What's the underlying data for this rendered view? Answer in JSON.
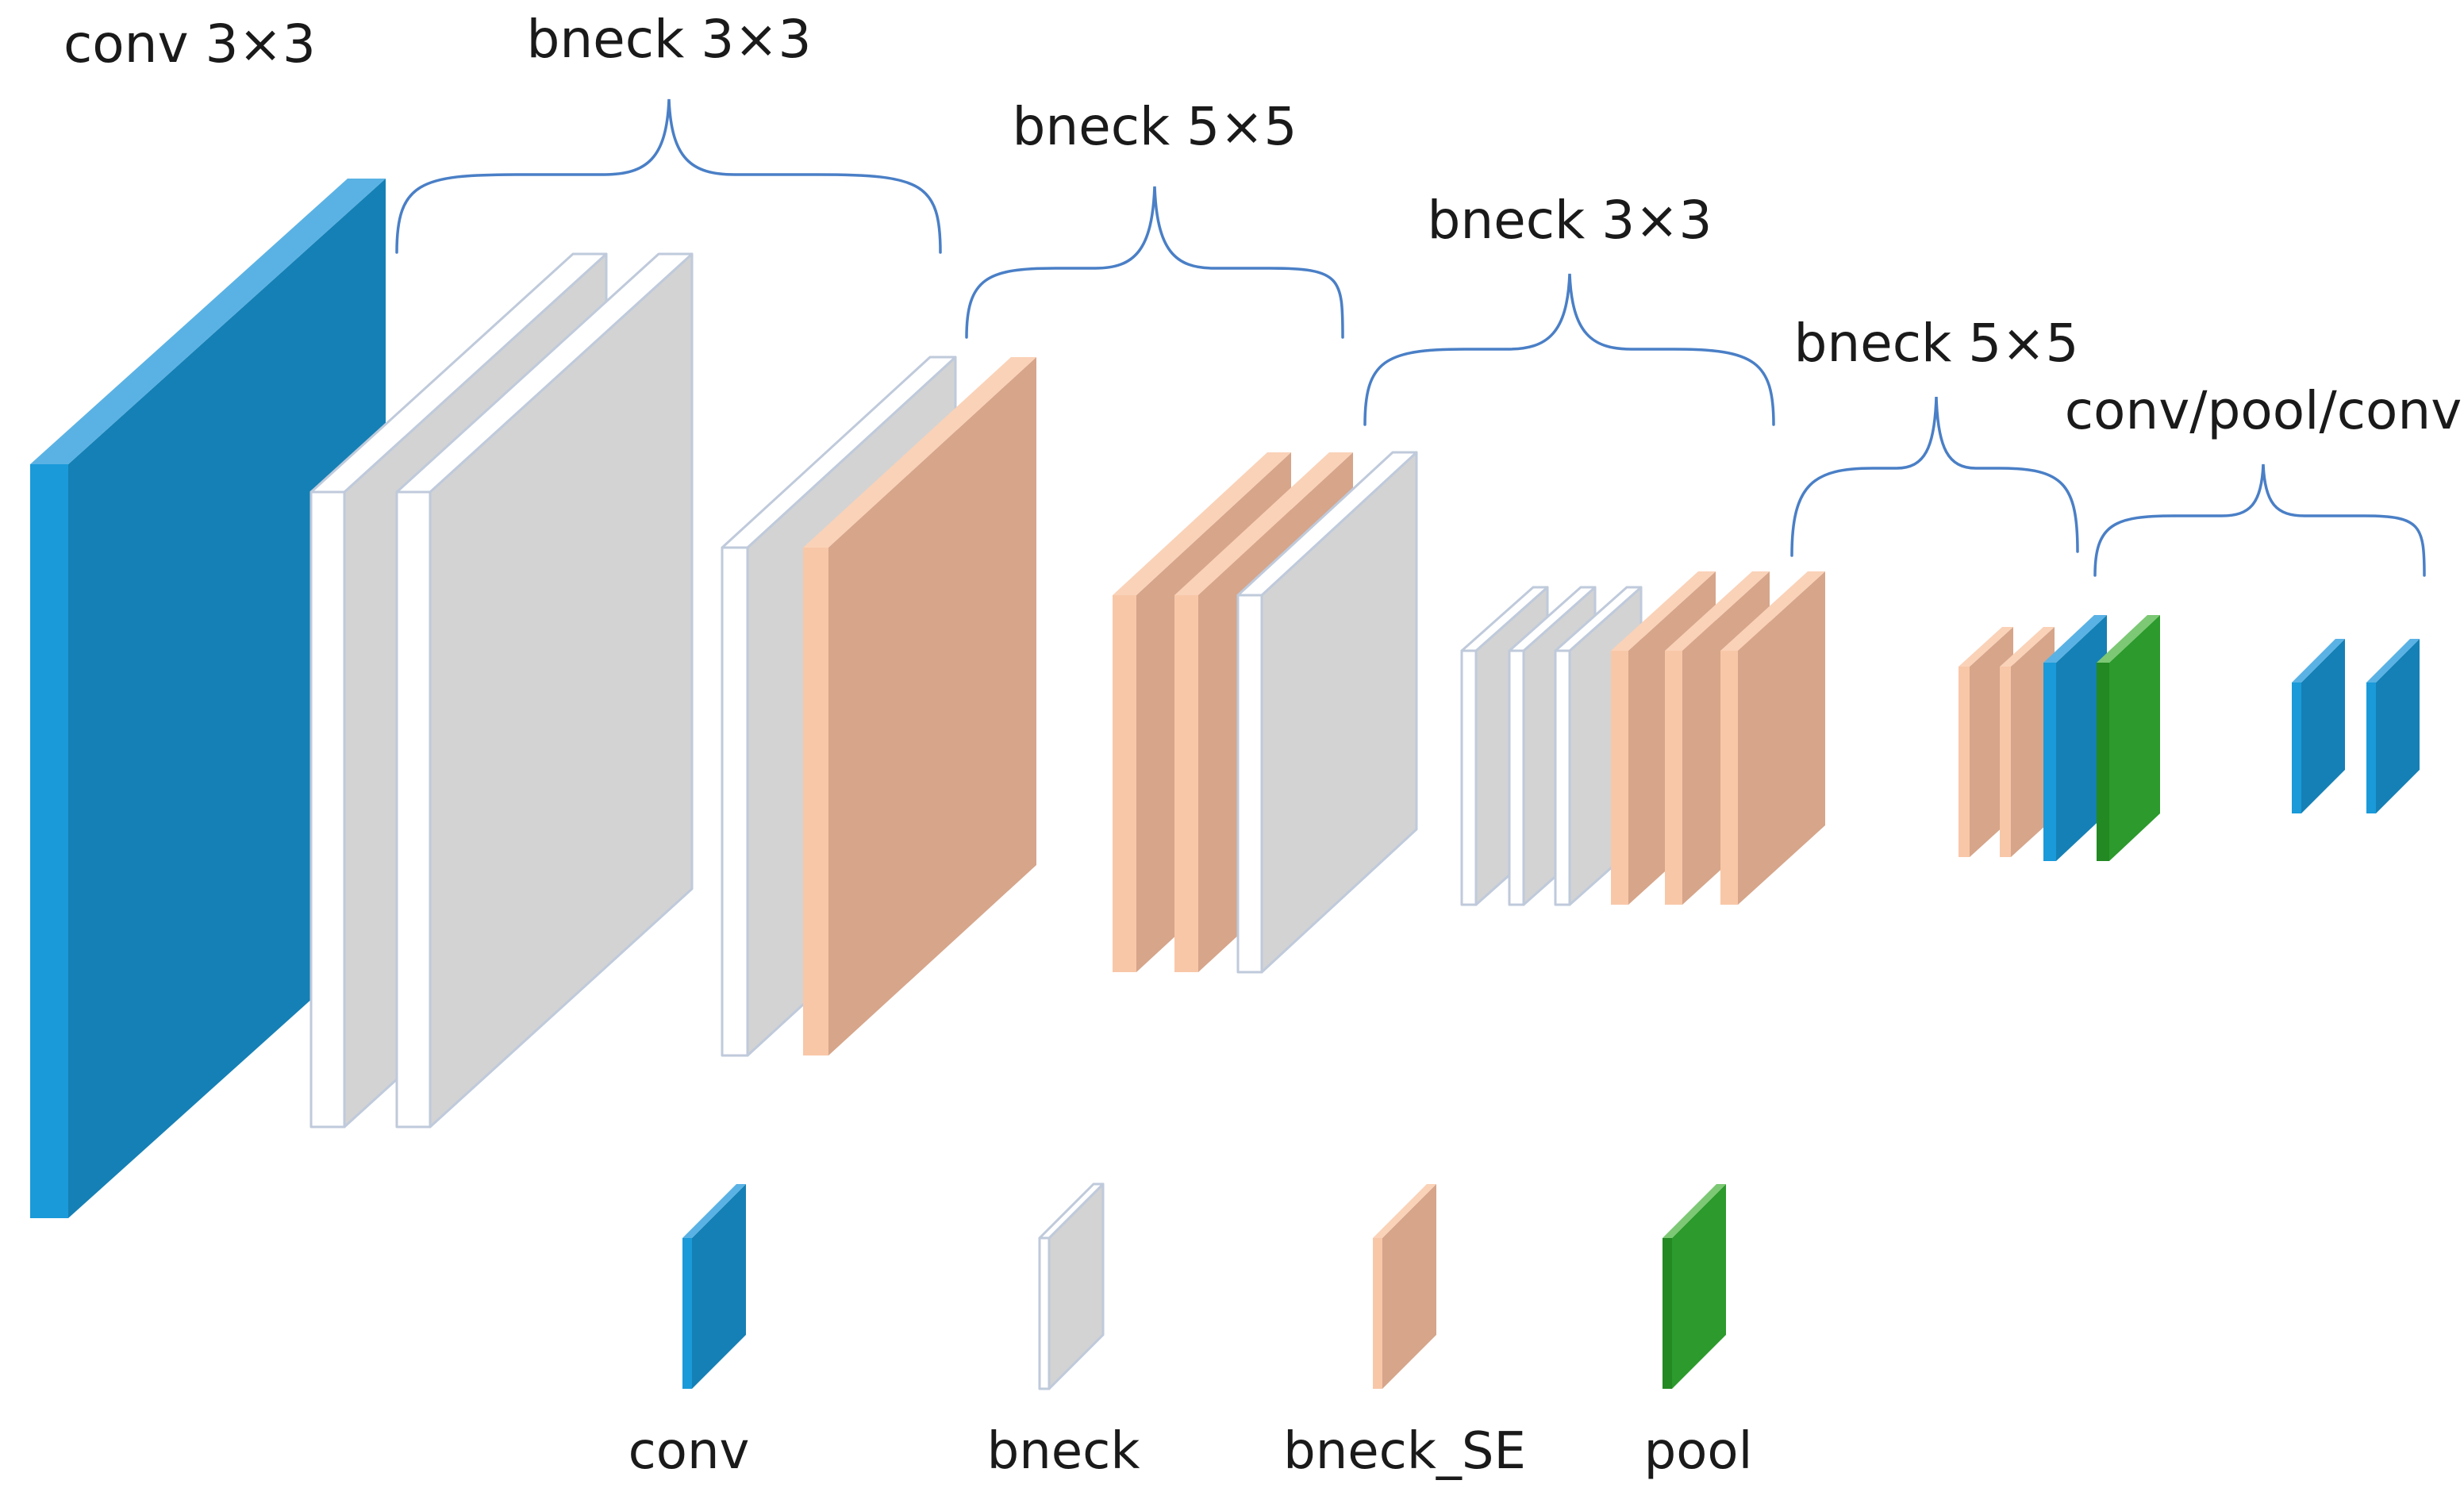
{
  "colors": {
    "conv": {
      "face": "#1580b5",
      "side": "#1a9ad9",
      "top": "#5ab2e4"
    },
    "bneck": {
      "face": "#d3d3d3",
      "side": "#ffffff",
      "top": "#ffffff",
      "stroke": "#bfcadb"
    },
    "bneck_se": {
      "face": "#d6a58a",
      "side": "#f8c7a8",
      "top": "#fad2b8"
    },
    "pool": {
      "face": "#2c9a2c",
      "side": "#238923",
      "top": "#7cc874"
    },
    "brace": "#4a7fc6"
  },
  "groups": [
    {
      "label": "conv 3×3"
    },
    {
      "label": "bneck 3×3"
    },
    {
      "label": "bneck 5×5"
    },
    {
      "label": "bneck 3×3"
    },
    {
      "label": "bneck 5×5"
    },
    {
      "label": "conv/pool/conv"
    }
  ],
  "layers": [
    {
      "type": "conv"
    },
    {
      "type": "bneck"
    },
    {
      "type": "bneck"
    },
    {
      "type": "bneck"
    },
    {
      "type": "bneck_se"
    },
    {
      "type": "bneck_se"
    },
    {
      "type": "bneck_se"
    },
    {
      "type": "bneck"
    },
    {
      "type": "bneck"
    },
    {
      "type": "bneck"
    },
    {
      "type": "bneck"
    },
    {
      "type": "bneck_se"
    },
    {
      "type": "bneck_se"
    },
    {
      "type": "bneck_se"
    },
    {
      "type": "bneck_se"
    },
    {
      "type": "bneck_se"
    },
    {
      "type": "conv"
    },
    {
      "type": "pool"
    },
    {
      "type": "conv"
    },
    {
      "type": "conv"
    }
  ],
  "legend": [
    {
      "type": "conv",
      "label": "conv"
    },
    {
      "type": "bneck",
      "label": "bneck"
    },
    {
      "type": "bneck_se",
      "label": "bneck_SE"
    },
    {
      "type": "pool",
      "label": "pool"
    }
  ]
}
